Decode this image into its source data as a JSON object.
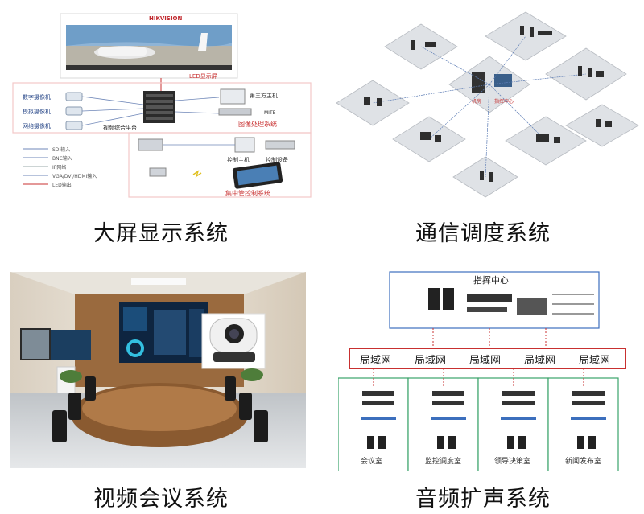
{
  "captions": {
    "big_screen": "大屏显示系统",
    "dispatch": "通信调度系统",
    "video_conf": "视频会议系统",
    "audio": "音频扩声系统"
  },
  "big_screen_diagram": {
    "brand": "HIKVISION",
    "led_label": "LED显示屏",
    "platform": "视频综合平台",
    "image_processing": "图像处理系统",
    "central_control": "集中管控制系统",
    "control_host": "控制主机",
    "control_device": "控制设备",
    "monitor": "第三方主机",
    "mitte": "MITE",
    "sources": [
      "数字摄像机",
      "模拟摄像机",
      "网络摄像机"
    ],
    "legend": [
      "SDI输入",
      "BNC输入",
      "IP网络",
      "VGA/DVI/HDMI输入",
      "LED输出"
    ]
  },
  "dispatch_diagram": {
    "center": "机房",
    "command": "指挥中心"
  },
  "audio_diagram": {
    "title": "指挥中心",
    "lan_items": [
      "局域网",
      "局域网",
      "局域网",
      "局域网",
      "局域网"
    ],
    "rooms": [
      "会议室",
      "监控调度室",
      "领导决策室",
      "新闻发布室"
    ]
  }
}
